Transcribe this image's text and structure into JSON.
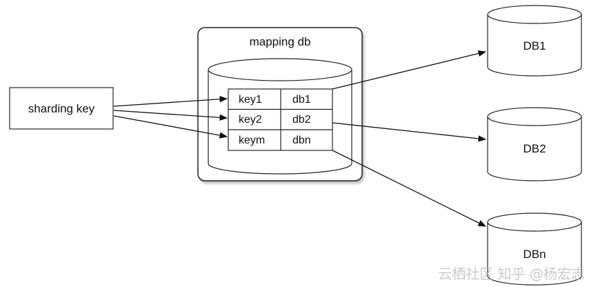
{
  "source": {
    "label": "sharding key"
  },
  "mapping": {
    "title": "mapping db",
    "rows": [
      {
        "key": "key1",
        "db": "db1"
      },
      {
        "key": "key2",
        "db": "db2"
      },
      {
        "key": "keym",
        "db": "dbn"
      }
    ]
  },
  "targets": [
    {
      "label": "DB1"
    },
    {
      "label": "DB2"
    },
    {
      "label": "DBn"
    }
  ],
  "watermark": "云栖社区 知乎 @杨宏志"
}
